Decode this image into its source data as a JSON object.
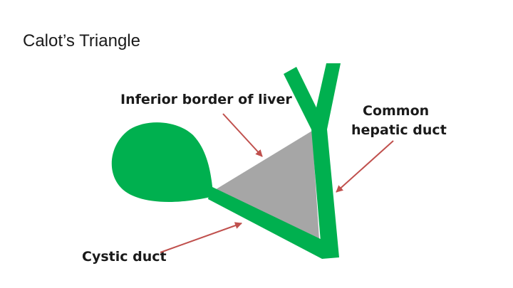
{
  "slide": {
    "title": "Calot’s Triangle"
  },
  "diagram": {
    "labels": {
      "liver_border": "Inferior border of liver",
      "common_hepatic_line1": "Common",
      "common_hepatic_line2": "hepatic duct",
      "cystic_duct": "Cystic duct"
    },
    "colors": {
      "duct_green": "#00b04f",
      "triangle_gray": "#a6a6a6",
      "arrow_red": "#c0504d",
      "text": "#1a1a1a"
    }
  }
}
